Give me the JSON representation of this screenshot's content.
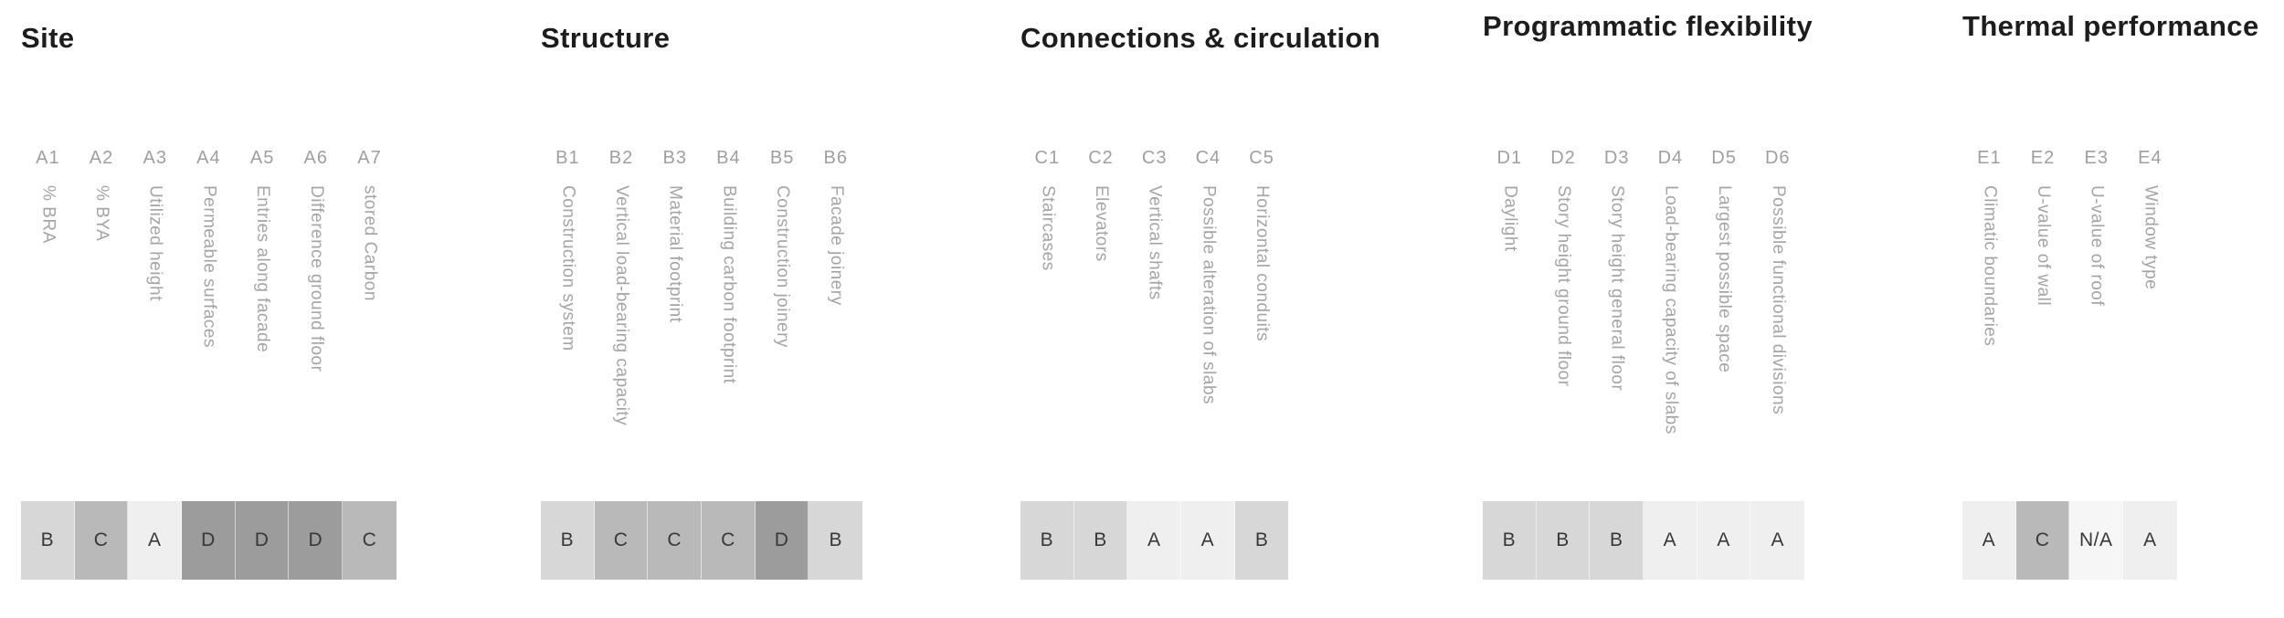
{
  "chart_data": {
    "type": "table",
    "sections": [
      {
        "title": "Site",
        "items": [
          {
            "code": "A1",
            "label": "% BRA",
            "grade": "B"
          },
          {
            "code": "A2",
            "label": "% BYA",
            "grade": "C"
          },
          {
            "code": "A3",
            "label": "Utilized height",
            "grade": "A"
          },
          {
            "code": "A4",
            "label": "Permeable surfaces",
            "grade": "D"
          },
          {
            "code": "A5",
            "label": "Entries along facade",
            "grade": "D"
          },
          {
            "code": "A6",
            "label": "Difference ground floor",
            "grade": "D"
          },
          {
            "code": "A7",
            "label": "stored Carbon",
            "grade": "C"
          }
        ]
      },
      {
        "title": "Structure",
        "items": [
          {
            "code": "B1",
            "label": "Construction system",
            "grade": "B"
          },
          {
            "code": "B2",
            "label": "Vertical load-bearing capacity",
            "grade": "C"
          },
          {
            "code": "B3",
            "label": "Material footprint",
            "grade": "C"
          },
          {
            "code": "B4",
            "label": "Building carbon footprint",
            "grade": "C"
          },
          {
            "code": "B5",
            "label": "Construction joinery",
            "grade": "D"
          },
          {
            "code": "B6",
            "label": "Facade joinery",
            "grade": "B"
          }
        ]
      },
      {
        "title": "Connections & circulation",
        "items": [
          {
            "code": "C1",
            "label": "Staircases",
            "grade": "B"
          },
          {
            "code": "C2",
            "label": "Elevators",
            "grade": "B"
          },
          {
            "code": "C3",
            "label": "Vertical shafts",
            "grade": "A"
          },
          {
            "code": "C4",
            "label": "Possible alteration of slabs",
            "grade": "A"
          },
          {
            "code": "C5",
            "label": "Horizontal conduits",
            "grade": "B"
          }
        ]
      },
      {
        "title": "Programmatic flexibility",
        "items": [
          {
            "code": "D1",
            "label": "Daylight",
            "grade": "B"
          },
          {
            "code": "D2",
            "label": "Story height ground floor",
            "grade": "B"
          },
          {
            "code": "D3",
            "label": "Story height general floor",
            "grade": "B"
          },
          {
            "code": "D4",
            "label": "Load-bearing capacity of slabs",
            "grade": "A"
          },
          {
            "code": "D5",
            "label": "Largest possible space",
            "grade": "A"
          },
          {
            "code": "D6",
            "label": "Possible functional divisions",
            "grade": "A"
          }
        ]
      },
      {
        "title": "Thermal performance",
        "items": [
          {
            "code": "E1",
            "label": "Climatic boundaries",
            "grade": "A"
          },
          {
            "code": "E2",
            "label": "U-value of wall",
            "grade": "C"
          },
          {
            "code": "E3",
            "label": "U-value of roof",
            "grade": "N/A"
          },
          {
            "code": "E4",
            "label": "Window type",
            "grade": "A"
          }
        ]
      }
    ]
  },
  "colors": {
    "A": "#efefef",
    "B": "#d7d7d7",
    "C": "#b9b9b9",
    "D": "#9c9c9c",
    "N/A": "#f6f6f6",
    "grade_text": "#383838",
    "code_text": "#9f9f9f",
    "label_text": "#a5a5a5",
    "title_text": "#1d1d1d"
  }
}
